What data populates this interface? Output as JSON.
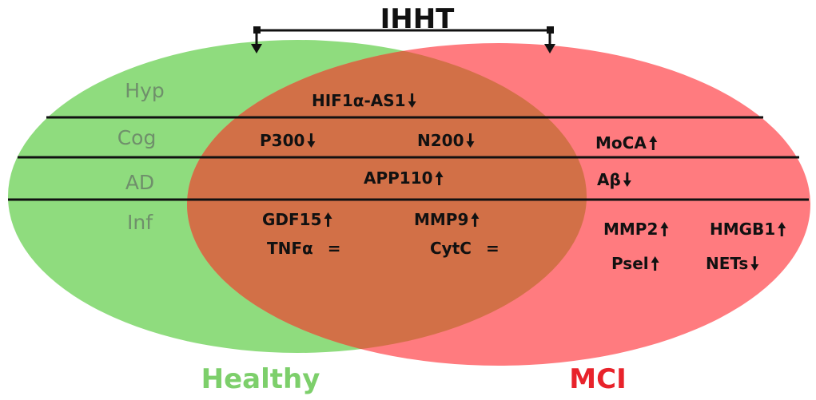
{
  "title": "IHHT",
  "colors": {
    "healthy": "#8fdc7e",
    "mci": "#ff7b7f",
    "overlap": "#d27047",
    "healthy_label": "#7dcf6b",
    "mci_label": "#e8232b",
    "category_text": "#6f8f6b",
    "line": "#111111"
  },
  "groups": {
    "healthy": "Healthy",
    "mci": "MCI"
  },
  "categories": {
    "hyp": "Hyp",
    "cog": "Cog",
    "ad": "AD",
    "inf": "Inf"
  },
  "markers": {
    "hif": {
      "text": "HIF1α-AS1",
      "dir": "down"
    },
    "p300": {
      "text": "P300",
      "dir": "down"
    },
    "n200": {
      "text": "N200",
      "dir": "down"
    },
    "moca": {
      "text": "MoCA",
      "dir": "up"
    },
    "app110": {
      "text": "APP110",
      "dir": "up"
    },
    "abeta": {
      "text": "Aβ",
      "dir": "down"
    },
    "gdf15": {
      "text": "GDF15",
      "dir": "up"
    },
    "mmp9": {
      "text": "MMP9",
      "dir": "up"
    },
    "tnfa": {
      "text": "TNFα",
      "sym": "="
    },
    "cytc": {
      "text": "CytC",
      "sym": "="
    },
    "mmp2": {
      "text": "MMP2",
      "dir": "up"
    },
    "hmgb1": {
      "text": "HMGB1",
      "dir": "up"
    },
    "psel": {
      "text": "Psel",
      "dir": "up"
    },
    "nets": {
      "text": "NETs",
      "dir": "down"
    }
  }
}
